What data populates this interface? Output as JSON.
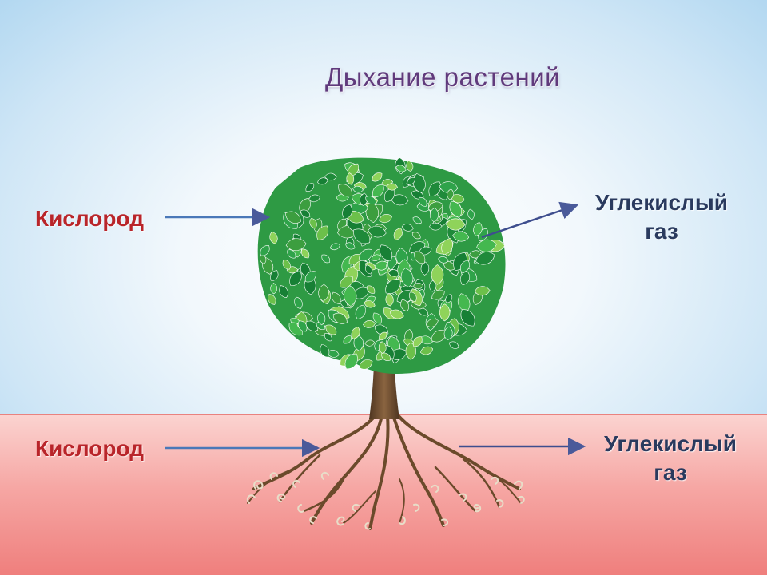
{
  "title": "Дыхание растений",
  "labels": {
    "leaves_in": "Кислород",
    "leaves_out_line1": "Углекислый",
    "leaves_out_line2": "газ",
    "roots_in": "Кислород",
    "roots_out_line1": "Углекислый",
    "roots_out_line2": "газ"
  },
  "colors": {
    "oxygen_label": "#b9252a",
    "co2_label": "#2a3a5e",
    "title": "#603a7c",
    "soil": "#f4a09e",
    "sky": "#a9d3ef",
    "leaf_dark": "#1f8a3a",
    "leaf_light": "#7cc34a",
    "trunk": "#6b4a2b",
    "arrow": "#4a5a9a"
  }
}
